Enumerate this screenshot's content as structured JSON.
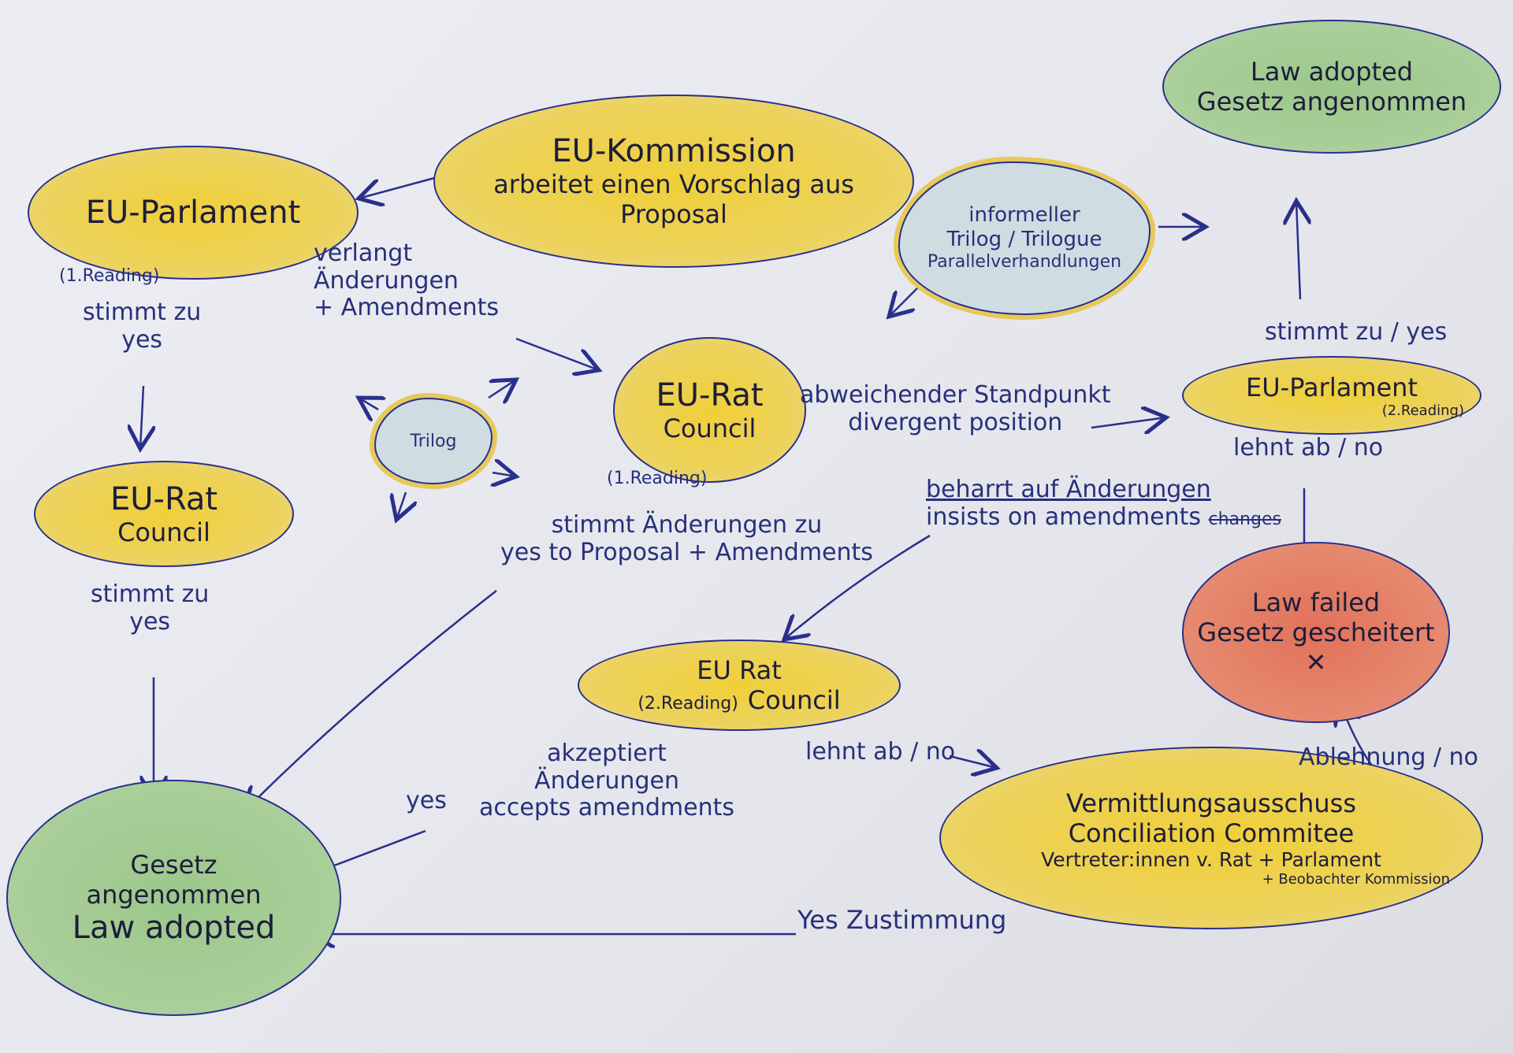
{
  "nodes": {
    "commission": {
      "title": "EU-Kommission",
      "line1": "arbeitet einen Vorschlag aus",
      "line2": "Proposal"
    },
    "parliament_first": {
      "title": "EU-Parlament",
      "note": "(1.Reading)"
    },
    "council_left": {
      "title": "EU-Rat",
      "subtitle": "Council"
    },
    "law_adopted_left": {
      "line1": "Gesetz",
      "line2": "angenommen",
      "line3": "Law adopted"
    },
    "council_center": {
      "title": "EU-Rat",
      "subtitle": "Council",
      "note": "(1.Reading)"
    },
    "trilog_cloud": {
      "label": "Trilog"
    },
    "informal_cloud": {
      "line1": "informeller",
      "line2": "Trilog / Trilogue",
      "line3": "Parallelverhandlungen"
    },
    "law_adopted_right": {
      "line1": "Law adopted",
      "line2": "Gesetz angenommen"
    },
    "parliament_second": {
      "title": "EU-Parlament",
      "note": "(2.Reading)"
    },
    "law_failed": {
      "line1": "Law failed",
      "line2": "Gesetz gescheitert"
    },
    "council_second": {
      "title": "EU Rat",
      "note": "(2.Reading)",
      "subtitle": "Council"
    },
    "conciliation": {
      "line1": "Vermittlungsausschuss",
      "line2": "Conciliation Commitee",
      "line3": "Vertreter:innen v. Rat + Parlament",
      "line4": "+ Beobachter Kommission"
    }
  },
  "labels": {
    "parl_yes": [
      "stimmt zu",
      "yes"
    ],
    "parl_amend": [
      "verlangt",
      "Änderungen",
      "+ Amendments"
    ],
    "council_yes": [
      "stimmt zu",
      "yes"
    ],
    "council_center_yes": [
      "stimmt Änderungen zu",
      "yes to Proposal + Amendments"
    ],
    "divergent": [
      "abweichender Standpunkt",
      "divergent position"
    ],
    "parl2_yes": "stimmt zu / yes",
    "parl2_no": "lehnt ab / no",
    "insists": [
      "beharrt auf Änderungen",
      "insists on amendments"
    ],
    "insists_struck": "changes",
    "council2_no": "lehnt ab / no",
    "accepts": [
      "akzeptiert",
      "Änderungen",
      "accepts amendments"
    ],
    "yes_small": "yes",
    "conciliation_yes": "Yes Zustimmung",
    "conciliation_no": "Ablehnung / no"
  }
}
